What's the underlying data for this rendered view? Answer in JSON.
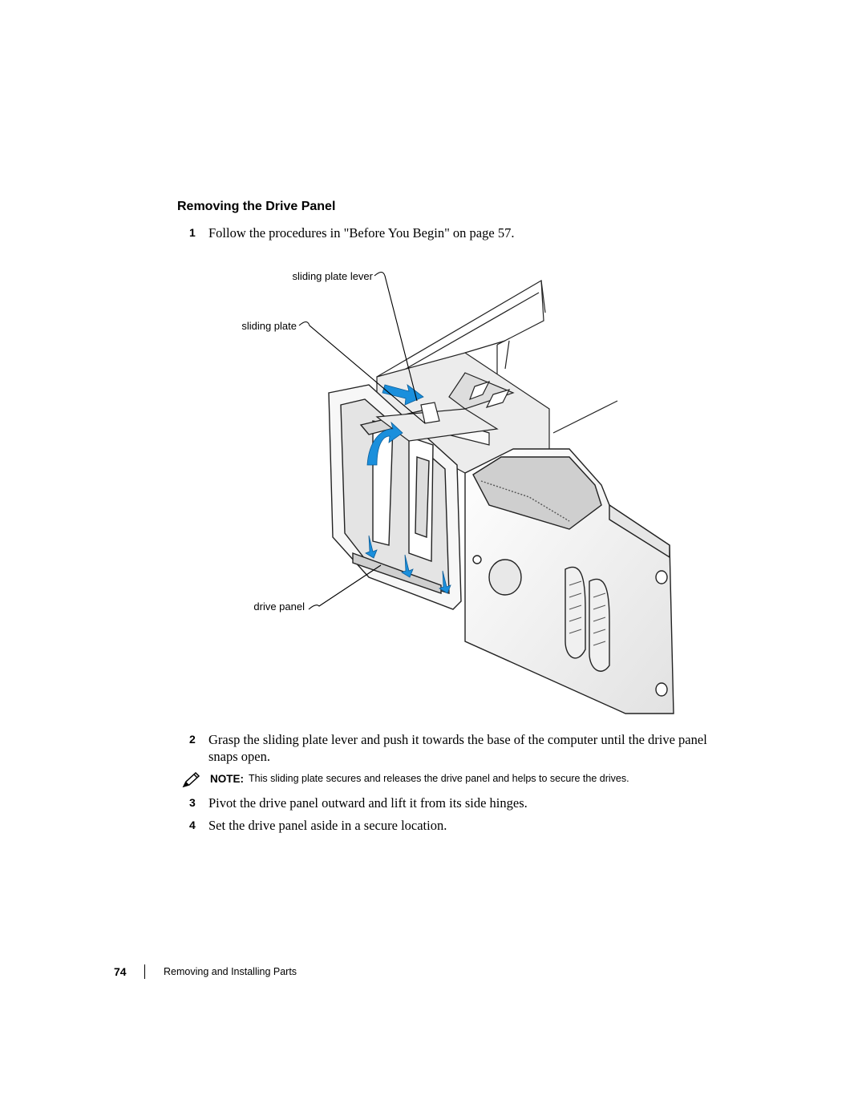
{
  "section": {
    "heading": "Removing the Drive Panel"
  },
  "steps": [
    {
      "num": "1",
      "text": "Follow the procedures in \"Before You Begin\" on page 57."
    },
    {
      "num": "2",
      "text": "Grasp the sliding plate lever and push it towards the base of the computer until the drive panel snaps open."
    },
    {
      "num": "3",
      "text": "Pivot the drive panel outward and lift it from its side hinges."
    },
    {
      "num": "4",
      "text": "Set the drive panel aside in a secure location."
    }
  ],
  "figure": {
    "callouts": {
      "lever": "sliding plate lever",
      "plate": "sliding plate",
      "panel": "drive panel"
    },
    "colors": {
      "arrow": "#1a8fdc",
      "line": "#222222",
      "surface": "#f4f4f4"
    }
  },
  "note": {
    "label": "NOTE:",
    "text": "This sliding plate secures and releases the drive panel and helps to secure the drives.",
    "icon": "pencil-icon"
  },
  "footer": {
    "page_number": "74",
    "chapter_title": "Removing and Installing Parts"
  }
}
